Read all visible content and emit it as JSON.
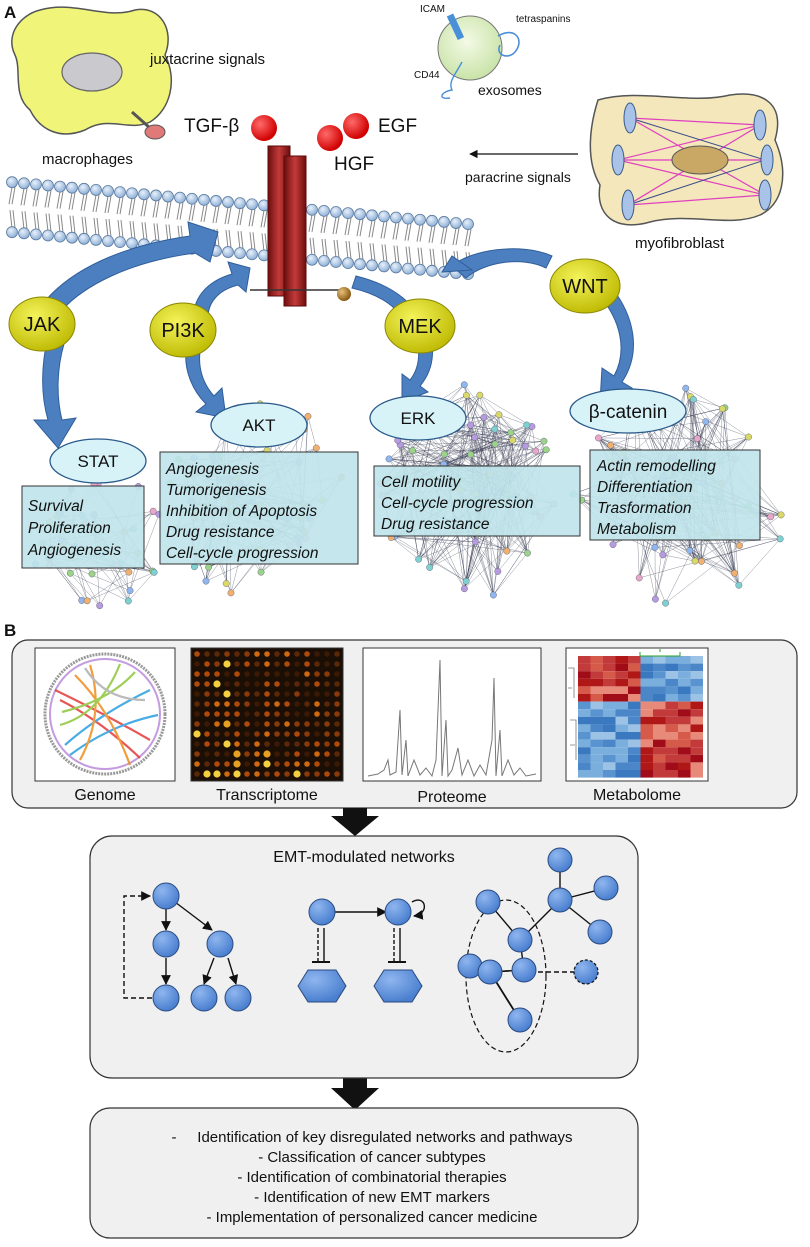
{
  "panel_a": {
    "label": "A",
    "cells": {
      "macrophages": "macrophages",
      "juxtacrine": "juxtacrine signals",
      "exosomes": "exosomes",
      "icam": "ICAM",
      "tetraspanins": "tetraspanins",
      "cd44": "CD44",
      "myofibroblast": "myofibroblast",
      "paracrine": "paracrine signals"
    },
    "ligands": {
      "tgfb": "TGF-β",
      "egf": "EGF",
      "hgf": "HGF"
    },
    "kinases": {
      "jak": "JAK",
      "pi3k": "PI3K",
      "mek": "MEK",
      "wnt": "WNT"
    },
    "effectors": {
      "stat": "STAT",
      "akt": "AKT",
      "erk": "ERK",
      "bcatenin": "β-catenin"
    },
    "functions": {
      "stat": [
        "Survival",
        "Proliferation",
        "Angiogenesis"
      ],
      "akt": [
        "Angiogenesis",
        "Tumorigenesis",
        "Inhibition of Apoptosis",
        "Drug resistance",
        "Cell-cycle progression"
      ],
      "erk": [
        "Cell motility",
        "Cell-cycle progression",
        "Drug resistance"
      ],
      "bcatenin": [
        "Actin remodelling",
        "Differentiation",
        "Trasformation",
        "Metabolism"
      ]
    }
  },
  "panel_b": {
    "label": "B",
    "omics": [
      "Genome",
      "Transcriptome",
      "Proteome",
      "Metabolome"
    ],
    "networks_title": "EMT-modulated networks",
    "outcomes": [
      "-     Identification of key disregulated networks and pathways",
      "- Classification of cancer subtypes",
      "- Identification of combinatorial therapies",
      "- Identification of new EMT markers",
      "- Implementation of personalized cancer medicine"
    ]
  },
  "colors": {
    "node": "#5b8fd9",
    "kinase": "#d6d400",
    "effector": "#d8f3f8",
    "function_box": "#bfe4ea",
    "receptor": "#9b1b1b",
    "ligand": "#e30000",
    "arrow": "#4c7fc0"
  }
}
